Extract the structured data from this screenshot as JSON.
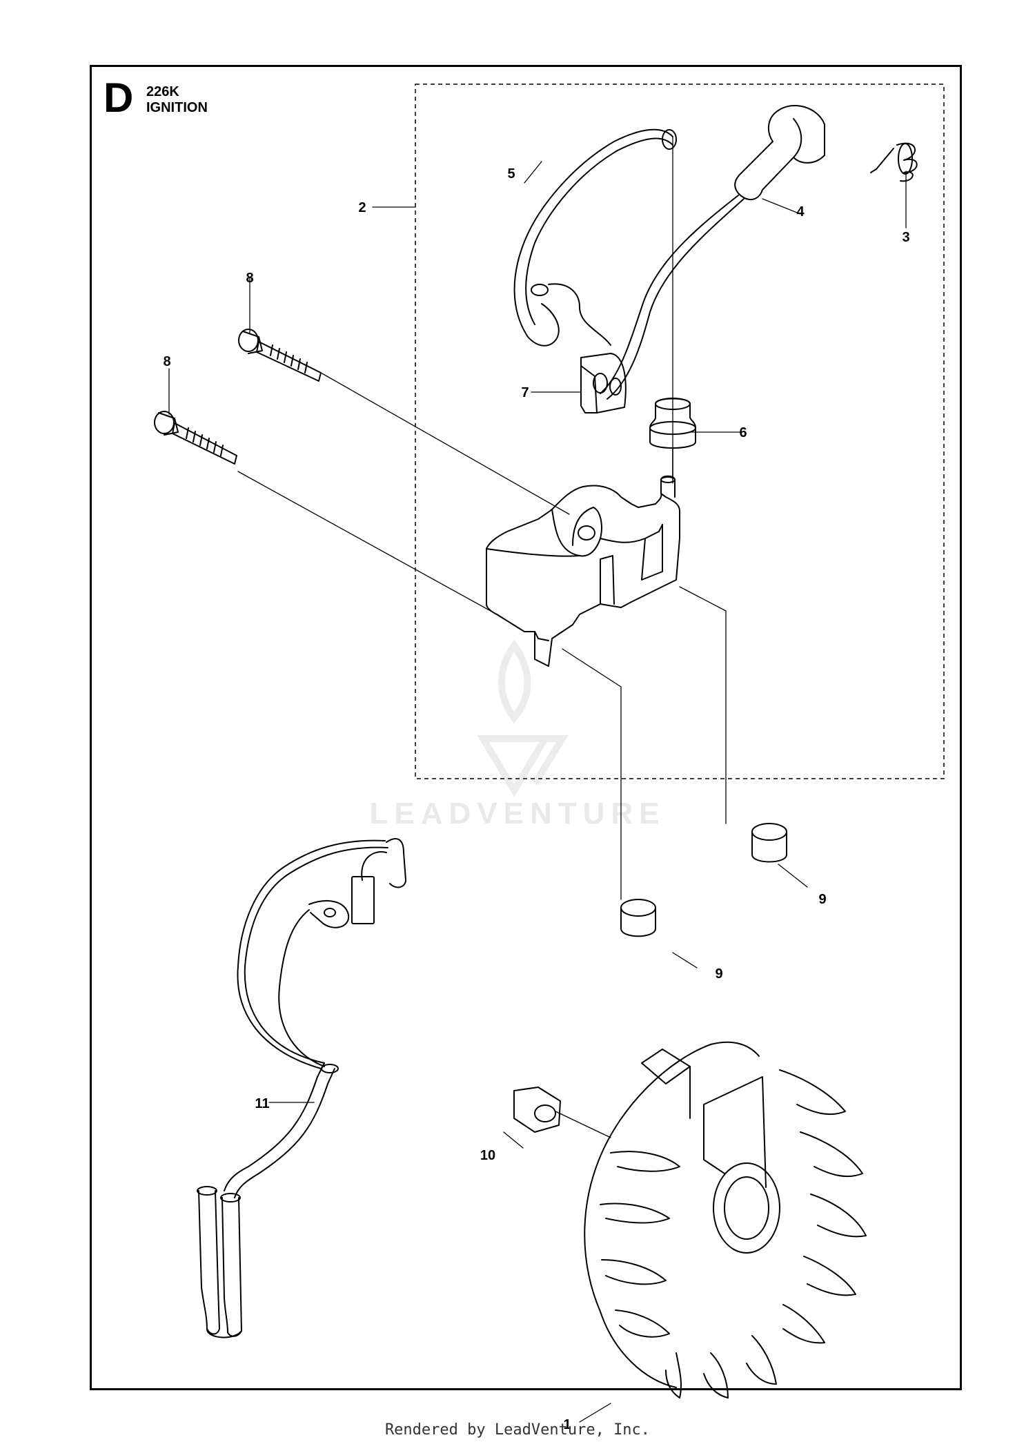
{
  "header": {
    "section": "D",
    "model": "226K",
    "title": "IGNITION"
  },
  "callouts": [
    "1",
    "2",
    "3",
    "4",
    "5",
    "6",
    "7",
    "8",
    "8",
    "9",
    "9",
    "10",
    "11"
  ],
  "watermark": {
    "text": "LEADVENTURE"
  },
  "footer": {
    "text": "Rendered by LeadVenture, Inc."
  }
}
